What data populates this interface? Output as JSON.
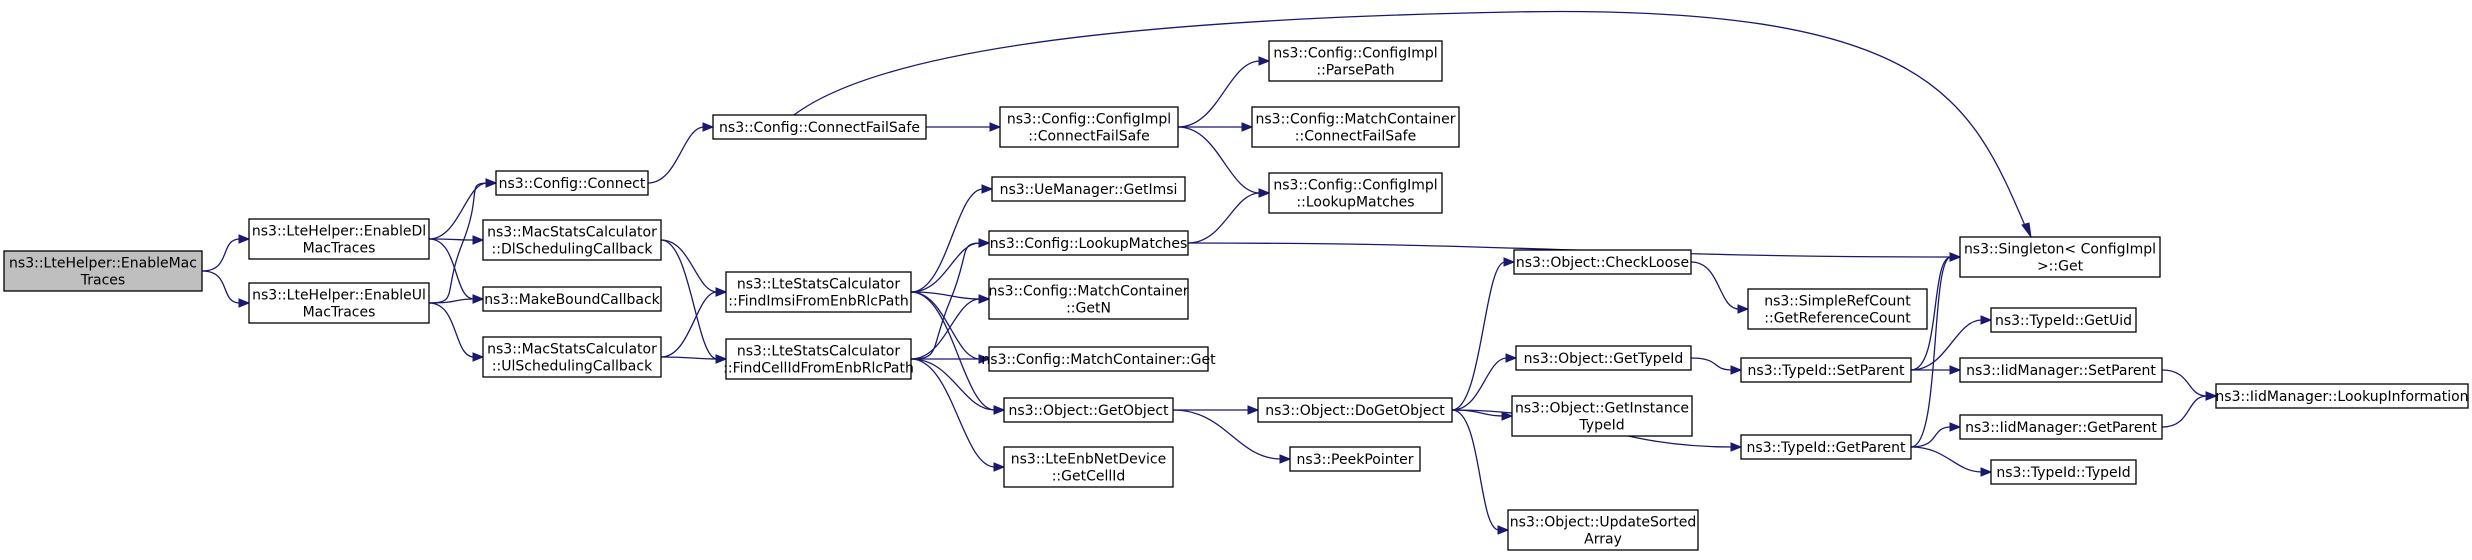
{
  "graph": {
    "colors": {
      "edge": "#191970",
      "node_border": "#000000",
      "root_fill": "#bfbfbf",
      "node_fill": "#ffffff"
    },
    "nodes": {
      "enable_mac_traces": [
        "ns3::LteHelper::EnableMac",
        "Traces"
      ],
      "enable_dl_mac_traces": [
        "ns3::LteHelper::EnableDl",
        "MacTraces"
      ],
      "enable_ul_mac_traces": [
        "ns3::LteHelper::EnableUl",
        "MacTraces"
      ],
      "config_connect": [
        "ns3::Config::Connect"
      ],
      "dl_scheduling_callback": [
        "ns3::MacStatsCalculator",
        "::DlSchedulingCallback"
      ],
      "make_bound_callback": [
        "ns3::MakeBoundCallback"
      ],
      "ul_scheduling_callback": [
        "ns3::MacStatsCalculator",
        "::UlSchedulingCallback"
      ],
      "connect_fail_safe": [
        "ns3::Config::ConnectFailSafe"
      ],
      "find_imsi": [
        "ns3::LteStatsCalculator",
        "::FindImsiFromEnbRlcPath"
      ],
      "find_cellid": [
        "ns3::LteStatsCalculator",
        "::FindCellIdFromEnbRlcPath"
      ],
      "configimpl_connect_fail_safe": [
        "ns3::Config::ConfigImpl",
        "::ConnectFailSafe"
      ],
      "ue_manager_get_imsi": [
        "ns3::UeManager::GetImsi"
      ],
      "lookup_matches": [
        "ns3::Config::LookupMatches"
      ],
      "match_container_getn": [
        "ns3::Config::MatchContainer",
        "::GetN"
      ],
      "match_container_get": [
        "ns3::Config::MatchContainer::Get"
      ],
      "object_get_object": [
        "ns3::Object::GetObject"
      ],
      "lte_enb_net_device_get_cellid": [
        "ns3::LteEnbNetDevice",
        "::GetCellId"
      ],
      "configimpl_parse_path": [
        "ns3::Config::ConfigImpl",
        "::ParsePath"
      ],
      "match_container_connect_fail_safe": [
        "ns3::Config::MatchContainer",
        "::ConnectFailSafe"
      ],
      "configimpl_lookup_matches": [
        "ns3::Config::ConfigImpl",
        "::LookupMatches"
      ],
      "object_do_get_object": [
        "ns3::Object::DoGetObject"
      ],
      "peek_pointer": [
        "ns3::PeekPointer"
      ],
      "object_check_loose": [
        "ns3::Object::CheckLoose"
      ],
      "object_get_type_id": [
        "ns3::Object::GetTypeId"
      ],
      "object_get_instance_type_id": [
        "ns3::Object::GetInstance",
        "TypeId"
      ],
      "object_update_sorted_array": [
        "ns3::Object::UpdateSorted",
        "Array"
      ],
      "simple_ref_count": [
        "ns3::SimpleRefCount",
        "::GetReferenceCount"
      ],
      "type_id_set_parent": [
        "ns3::TypeId::SetParent"
      ],
      "type_id_get_parent": [
        "ns3::TypeId::GetParent"
      ],
      "singleton_get": [
        "ns3::Singleton< ConfigImpl",
        ">::Get"
      ],
      "type_id_get_uid": [
        "ns3::TypeId::GetUid"
      ],
      "iid_manager_set_parent": [
        "ns3::IidManager::SetParent"
      ],
      "iid_manager_get_parent": [
        "ns3::IidManager::GetParent"
      ],
      "type_id_type_id": [
        "ns3::TypeId::TypeId"
      ],
      "iid_manager_lookup_information": [
        "ns3::IidManager::LookupInformation"
      ]
    }
  }
}
